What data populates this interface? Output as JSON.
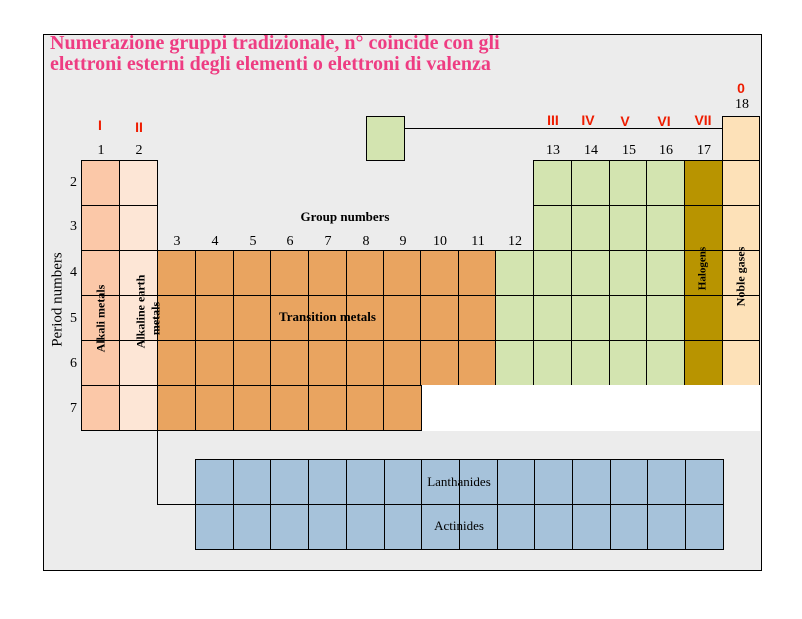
{
  "title": {
    "line1": "Numerazione gruppi tradizionale, n° coincide con gli",
    "line2": "elettroni esterni degli elementi o elettroni di valenza"
  },
  "roman_groups": [
    "I",
    "II",
    "III",
    "IV",
    "V",
    "VI",
    "VII",
    "0"
  ],
  "group_numbers": [
    "1",
    "2",
    "3",
    "4",
    "5",
    "6",
    "7",
    "8",
    "9",
    "10",
    "11",
    "12",
    "13",
    "14",
    "15",
    "16",
    "17",
    "18"
  ],
  "period_numbers": [
    "2",
    "3",
    "4",
    "5",
    "6",
    "7"
  ],
  "labels": {
    "group_numbers_heading": "Group numbers",
    "period_numbers_heading": "Period numbers",
    "alkali": "Alkali metals",
    "alkaline_line1": "Alkaline earth",
    "alkaline_line2": "metals",
    "transition": "Transition metals",
    "halogens": "Halogens",
    "noble": "Noble gases",
    "lanthanides": "Lanthanides",
    "actinides": "Actinides"
  },
  "colors": {
    "title": "#ee3c82",
    "roman": "#ee1c00",
    "alkali": "#fbc8a8",
    "alkaline_earth": "#fde6d6",
    "transition": "#e9a460",
    "main_group": "#d3e4b0",
    "halogens": "#b89400",
    "noble": "#fde1b8",
    "f_block": "#a6c2da"
  }
}
